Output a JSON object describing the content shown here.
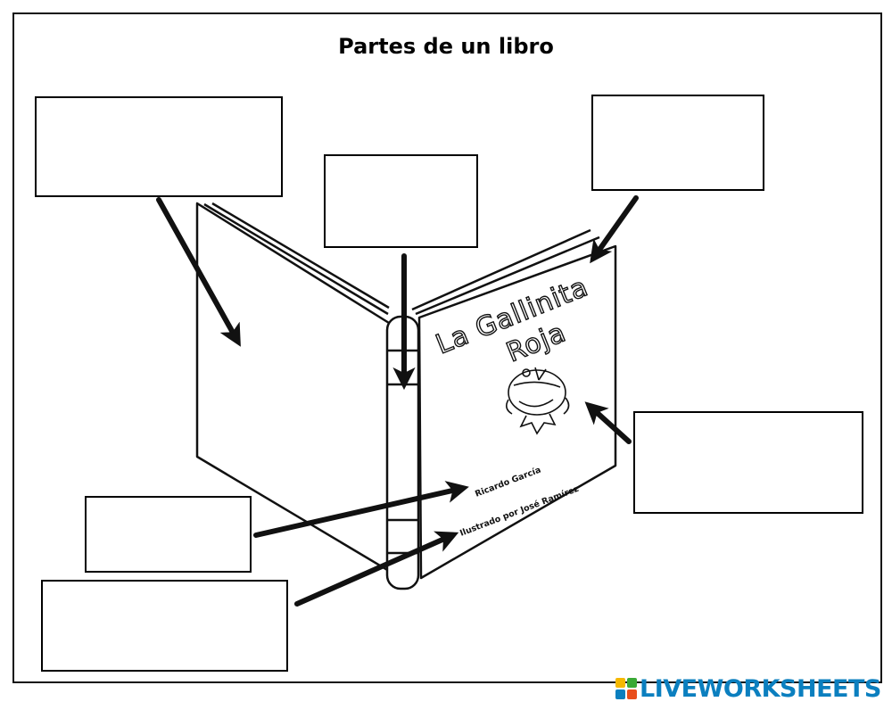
{
  "title": "Partes de un libro",
  "book": {
    "cover_title": "La Gallinita Roja",
    "author": "Ricardo García",
    "illustrator": "Ilustrado por José Ramírez"
  },
  "label_boxes": [
    {
      "id": "box-top-left",
      "value": ""
    },
    {
      "id": "box-top-center",
      "value": ""
    },
    {
      "id": "box-top-right",
      "value": ""
    },
    {
      "id": "box-right",
      "value": ""
    },
    {
      "id": "box-bottom-left",
      "value": ""
    },
    {
      "id": "box-bottom-left-2",
      "value": ""
    }
  ],
  "brand": {
    "name": "LIVEWORKSHEETS",
    "color": "#0b7fbf",
    "logo_colors": [
      "#f5b800",
      "#3aa935",
      "#0b7fbf",
      "#e94e1b"
    ]
  }
}
